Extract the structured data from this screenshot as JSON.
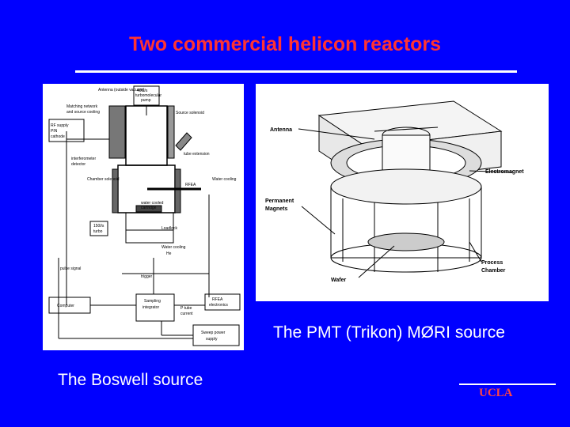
{
  "slide": {
    "title": "Two commercial helicon reactors",
    "pmt_caption": "The PMT (Trikon) MØRI source",
    "boswell_caption": "The Boswell source",
    "logo_text": "UCLA"
  },
  "boswell_diagram": {
    "labels": {
      "antenna": "Antenna (outside vacuum)",
      "pump1": "400l/s",
      "pump2": "turbomolecular",
      "pump3": "pump",
      "matching": "Matching network",
      "source_cooling": "and source cooling",
      "antenna_solenoid": "Source solenoid",
      "rf_supply": "RF supply",
      "rf_pin": "PIN",
      "rf_cathode": "cathode",
      "tube_ext": "tube extension",
      "interferometer": "interferometer",
      "detector": "detector",
      "rfea": "RFEA",
      "water_cooling_right": "Water cooling",
      "chamber_solenoid": "Chamber solenoid",
      "water_cooled": "water cooled",
      "cartridge": "cartridge",
      "loadlock": "Loadlock",
      "turbo2a": "150l/s",
      "turbo2b": "turbo",
      "water_cooling": "Water cooling",
      "he": "He",
      "pulse_signal": "pulse signal",
      "trigger": "trigger",
      "computer": "Computer",
      "sampling1": "Sampling",
      "sampling2": "integrator",
      "rfea_elec1": "RFEA",
      "rfea_elec2": "electronics",
      "p_tube": "P tube",
      "current": "current",
      "sweep1": "Sweep power",
      "sweep2": "supply"
    }
  },
  "pmt_diagram": {
    "labels": {
      "antenna": "Antenna",
      "electromagnet": "Electromagnet",
      "permanent1": "Permanent",
      "permanent2": "Magnets",
      "process1": "Process",
      "process2": "Chamber",
      "wafer": "Wafer"
    }
  },
  "colors": {
    "background": "#0000ff",
    "title": "#ff3333",
    "caption": "#ffffff",
    "logo": "#ff4444"
  }
}
